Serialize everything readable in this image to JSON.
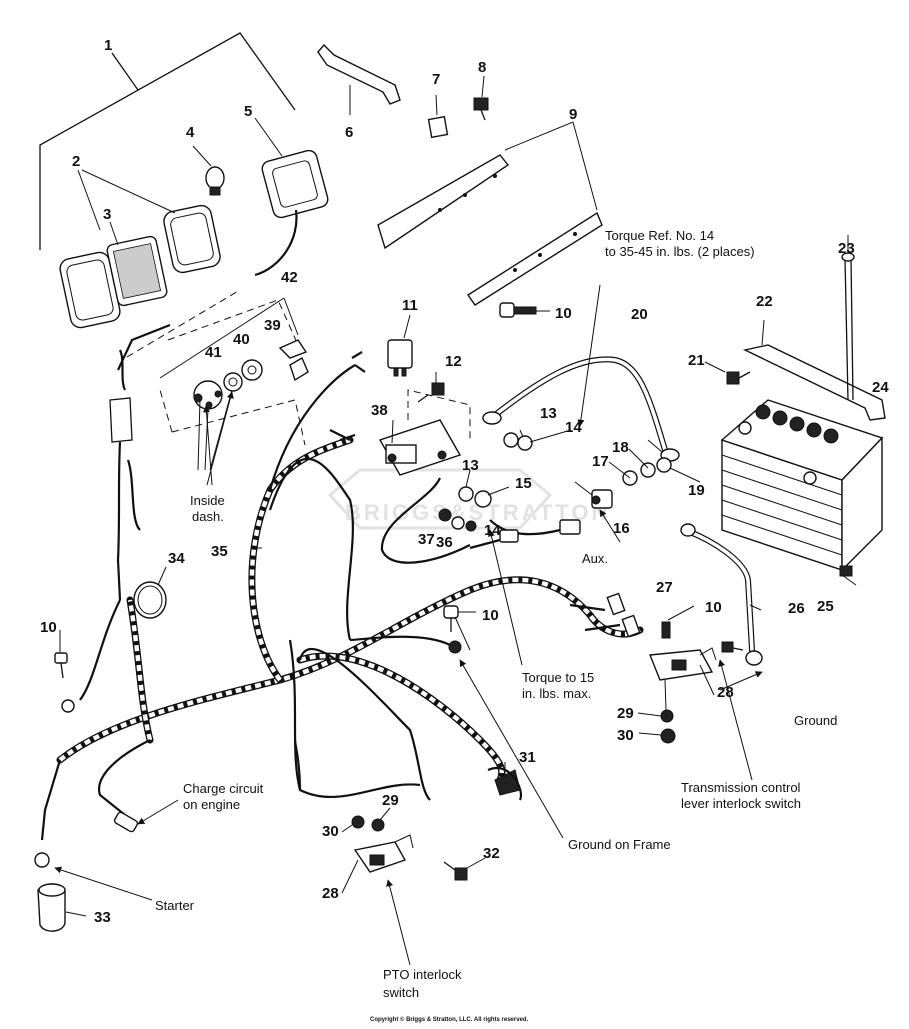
{
  "callouts": {
    "c1": "1",
    "c2": "2",
    "c3": "3",
    "c4": "4",
    "c5": "5",
    "c6": "6",
    "c7": "7",
    "c8": "8",
    "c9": "9",
    "c10a": "10",
    "c10b": "10",
    "c10c": "10",
    "c10d": "10",
    "c11": "11",
    "c12": "12",
    "c13a": "13",
    "c13b": "13",
    "c14a": "14",
    "c14b": "14",
    "c15": "15",
    "c16": "16",
    "c17": "17",
    "c18": "18",
    "c19": "19",
    "c20": "20",
    "c21": "21",
    "c22": "22",
    "c23": "23",
    "c24": "24",
    "c25": "25",
    "c26": "26",
    "c27": "27",
    "c28a": "28",
    "c28b": "28",
    "c29a": "29",
    "c29b": "29",
    "c30a": "30",
    "c30b": "30",
    "c31": "31",
    "c32": "32",
    "c33": "33",
    "c34": "34",
    "c35": "35",
    "c36": "36",
    "c37": "37",
    "c38": "38",
    "c39": "39",
    "c40": "40",
    "c41": "41",
    "c42": "42"
  },
  "notes": {
    "torque_ref_line1": "Torque Ref. No. 14",
    "torque_ref_line2": "to 35-45 in. lbs. (2 places)",
    "inside_dash_line1": "Inside",
    "inside_dash_line2": "dash.",
    "aux": "Aux.",
    "torque_max_line1": "Torque to 15",
    "torque_max_line2": "in. lbs. max.",
    "ground": "Ground",
    "transmission_line1": "Transmission control",
    "transmission_line2": "lever interlock switch",
    "charge_line1": "Charge circuit",
    "charge_line2": "on engine",
    "ground_on_frame": "Ground on Frame",
    "starter": "Starter",
    "pto_line1": "PTO interlock",
    "pto_line2": "switch"
  },
  "watermark": "BRIGGS&STRATTON",
  "copyright": "Copyright © Briggs & Stratton, LLC. All rights reserved."
}
